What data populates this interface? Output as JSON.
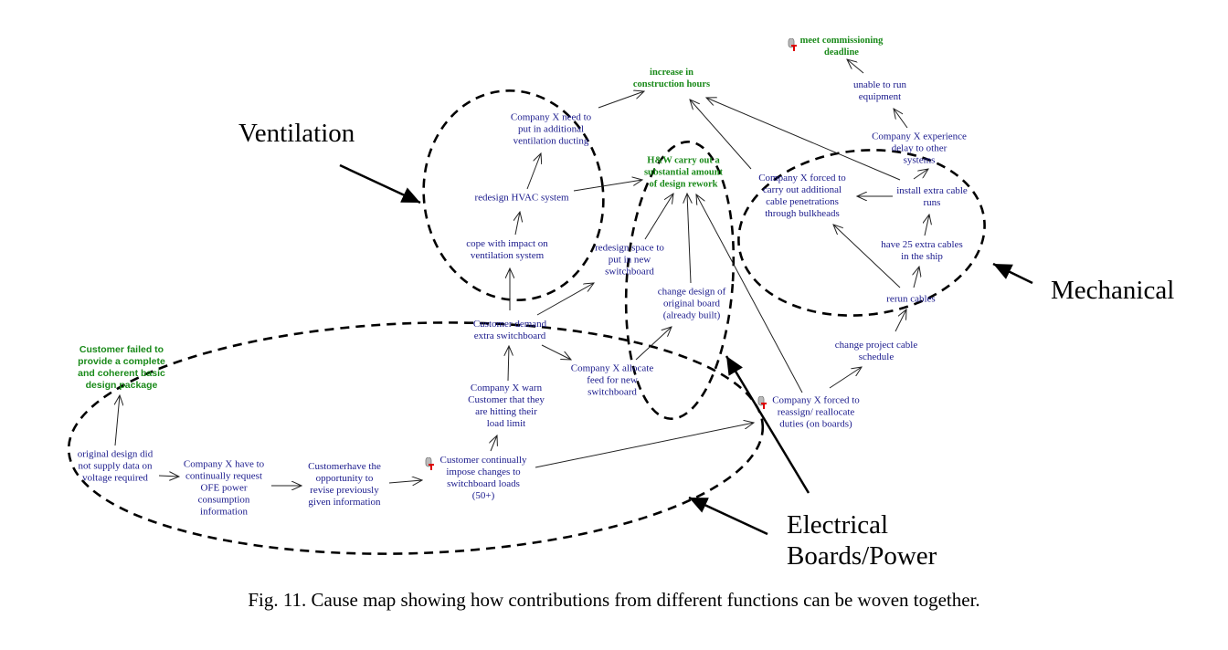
{
  "caption": "Fig. 11. Cause map showing how contributions from different functions can be woven together.",
  "groups": {
    "ventilation": "Ventilation",
    "mechanical": "Mechanical",
    "electrical": "Electrical\nBoards/Power"
  },
  "nodes": {
    "meet_commissioning": "meet commissioning\ndeadline",
    "increase_construction": "increase in\nconstruction hours",
    "unable_to_run": "unable to run\nequipment",
    "company_x_experience": "Company X experience\ndelay to other\nsystems",
    "company_x_need": "Company X need to\nput in additional\nventilation ducting",
    "hw_rework": "H&W carry out a\nsubstantial amount\nof design rework",
    "company_x_forced_penetrations": "Company X forced to\ncarry out additional\ncable penetrations\nthrough bulkheads",
    "install_extra_cable": "install extra cable\nruns",
    "redesign_hvac": "redesign HVAC system",
    "have_25_cables": "have 25 extra cables\nin the ship",
    "cope_with_impact": "cope with impact on\nventilation system",
    "redesign_space": "redesign space to\nput in new\nswitchboard",
    "change_design_original": "change design of\noriginal board\n(already built)",
    "rerun_cables": "rerun cables",
    "customer_demand": "Customer demand\nextra switchboard",
    "change_project_cable": "change project cable\nschedule",
    "customer_failed": "Customer failed to\nprovide a complete\nand coherent basic\ndesign package",
    "company_x_allocate": "Company X allocate\nfeed for new\nswitchboard",
    "company_x_warn": "Company X warn\nCustomer that they\nare hitting their\nload limit",
    "company_x_forced_reassign": "Company X forced to\nreassign/ reallocate\nduties (on boards)",
    "original_design": "original design did\nnot supply data on\nvoltage required",
    "company_x_request": "Company X have to\ncontinually request\nOFE power\nconsumption\ninformation",
    "customer_opportunity": "Customerhave the\nopportunity to\nrevise previously\ngiven information",
    "customer_impose": "Customer continually\nimpose changes to\nswitchboard loads\n(50+)"
  },
  "colors": {
    "node_text": "#1a1a8c",
    "goal_text": "#1a8a1a",
    "arrow": "#222222",
    "outline": "#000000"
  }
}
